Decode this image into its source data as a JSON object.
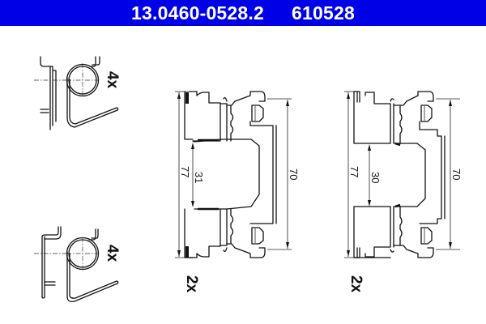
{
  "header": {
    "part_number": "13.0460-0528.2",
    "article_number": "610528",
    "background_color": "#0000e6",
    "text_color": "#ffffff"
  },
  "parts": [
    {
      "id": "spring-top",
      "type": "torsion-spring",
      "quantity": "4x"
    },
    {
      "id": "spring-bottom",
      "type": "torsion-spring",
      "quantity": "4x"
    },
    {
      "id": "clip-left",
      "type": "brake-pad-clip",
      "quantity": "2x",
      "dimensions": {
        "overall_height": "77",
        "inner_gap": "31",
        "rail_length": "70"
      }
    },
    {
      "id": "clip-right",
      "type": "brake-pad-clip",
      "quantity": "2x",
      "dimensions": {
        "overall_height": "77",
        "inner_gap": "30",
        "rail_length": "70"
      }
    }
  ]
}
